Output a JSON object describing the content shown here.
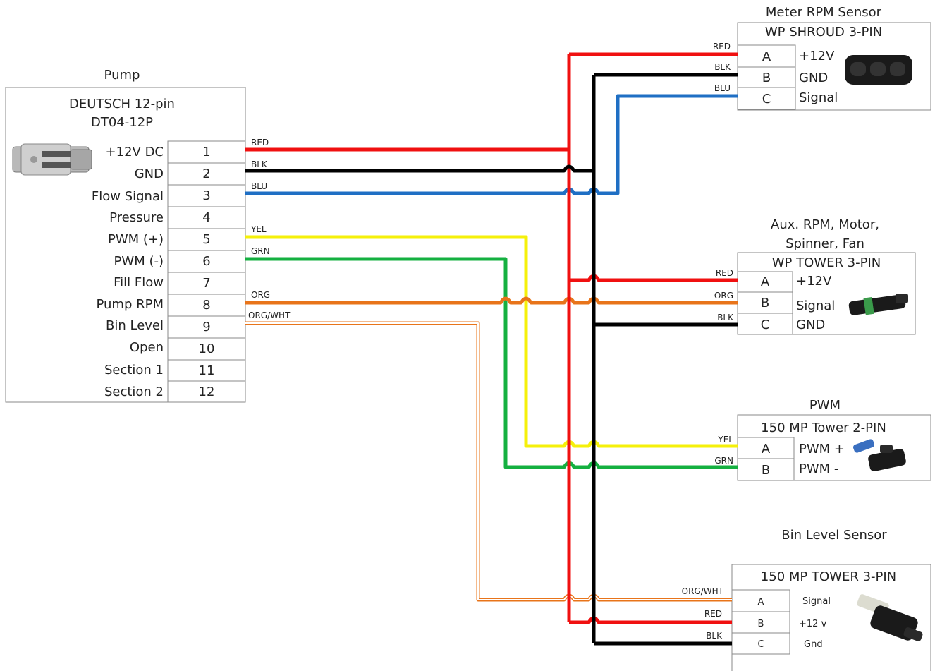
{
  "pump": {
    "title": "Pump",
    "connector_line1": "DEUTSCH 12-pin",
    "connector_line2": "DT04-12P",
    "pins": [
      {
        "label": "+12V DC",
        "num": "1"
      },
      {
        "label": "GND",
        "num": "2"
      },
      {
        "label": "Flow Signal",
        "num": "3"
      },
      {
        "label": "Pressure",
        "num": "4"
      },
      {
        "label": "PWM (+)",
        "num": "5"
      },
      {
        "label": "PWM (-)",
        "num": "6"
      },
      {
        "label": "Fill Flow",
        "num": "7"
      },
      {
        "label": "Pump RPM",
        "num": "8"
      },
      {
        "label": "Bin Level",
        "num": "9"
      },
      {
        "label": "Open",
        "num": "10"
      },
      {
        "label": "Section 1",
        "num": "11"
      },
      {
        "label": "Section 2",
        "num": "12"
      }
    ],
    "wire_labels": [
      "RED",
      "BLK",
      "BLU",
      "YEL",
      "GRN",
      "ORG",
      "ORG/WHT"
    ]
  },
  "meter": {
    "title": "Meter RPM Sensor",
    "connector": "WP SHROUD 3-PIN",
    "pins": [
      {
        "letter": "A",
        "label": "+12V",
        "wire": "RED"
      },
      {
        "letter": "B",
        "label": "GND",
        "wire": "BLK"
      },
      {
        "letter": "C",
        "label": "Signal",
        "wire": "BLU"
      }
    ]
  },
  "aux": {
    "title_line1": "Aux. RPM, Motor,",
    "title_line2": "Spinner, Fan",
    "connector": "WP TOWER 3-PIN",
    "pins": [
      {
        "letter": "A",
        "label": "+12V",
        "wire": "RED"
      },
      {
        "letter": "B",
        "label": "Signal",
        "wire": "ORG"
      },
      {
        "letter": "C",
        "label": "GND",
        "wire": "BLK"
      }
    ]
  },
  "pwm": {
    "title": "PWM",
    "connector": "150 MP Tower 2-PIN",
    "pins": [
      {
        "letter": "A",
        "label": "PWM +",
        "wire": "YEL"
      },
      {
        "letter": "B",
        "label": "PWM -",
        "wire": "GRN"
      }
    ]
  },
  "bin": {
    "title": "Bin Level Sensor",
    "connector": "150 MP TOWER  3-PIN",
    "pins": [
      {
        "letter": "A",
        "label": "Signal",
        "wire": "ORG/WHT"
      },
      {
        "letter": "B",
        "label": "+12 v",
        "wire": "RED"
      },
      {
        "letter": "C",
        "label": "Gnd",
        "wire": "BLK"
      }
    ]
  },
  "colors": {
    "red": "#f01010",
    "black": "#000000",
    "blue": "#1f6fc4",
    "yellow": "#f5f00a",
    "green": "#14b040",
    "orange": "#e8741a",
    "orange_white": "#f09a4a"
  }
}
